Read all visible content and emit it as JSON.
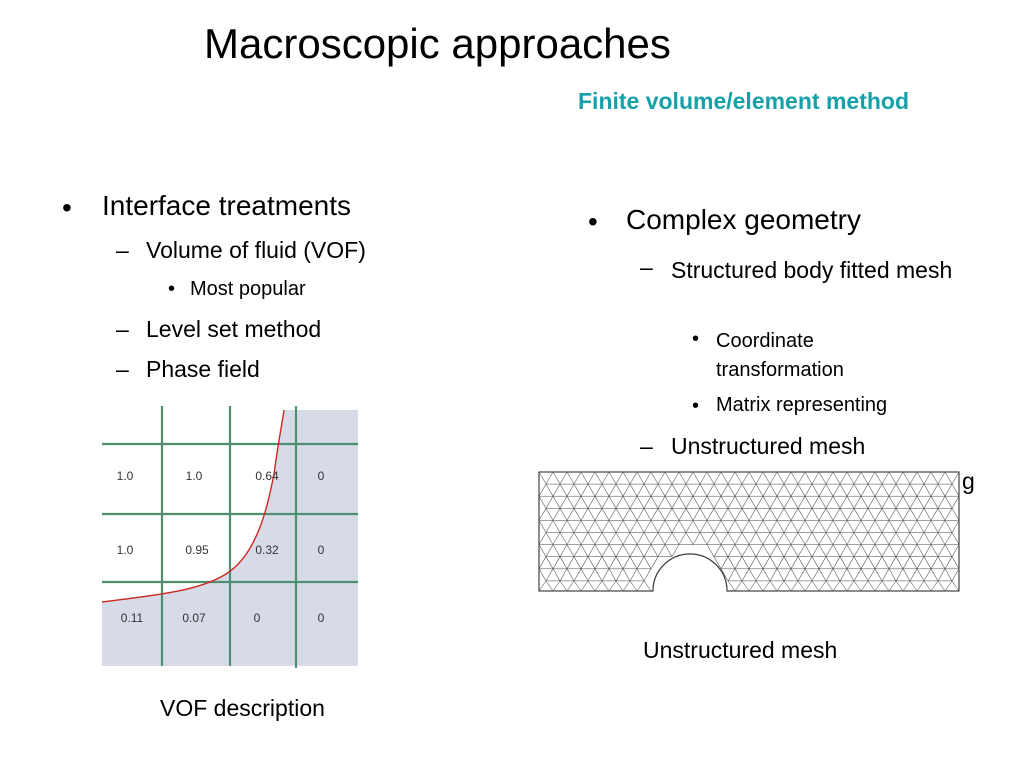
{
  "slide": {
    "title": "Macroscopic approaches",
    "subtitle": "Finite volume/element method"
  },
  "left_list": {
    "item1": "Interface treatments",
    "item1_sub1": "Volume of fluid (VOF)",
    "item1_sub1_sub1": "Most popular",
    "item1_sub2": "Level set method",
    "item1_sub3": "Phase field"
  },
  "right_list": {
    "item1": "Complex geometry",
    "item1_sub1": "Structured body fitted mesh",
    "item1_sub1_sub1": "Coordinate transformation",
    "item1_sub1_sub2": "Matrix representing",
    "item1_sub2": "Unstructured mesh",
    "cut_off_text": "g"
  },
  "vof_figure": {
    "caption": "VOF description",
    "rows": [
      [
        "1.0",
        "1.0",
        "0.64",
        "0"
      ],
      [
        "1.0",
        "0.95",
        "0.32",
        "0"
      ],
      [
        "0.11",
        "0.07",
        "0",
        "0"
      ]
    ],
    "colors": {
      "grid": "#4d8f6e",
      "fill": "#d7dbe8",
      "interface": "#cc2a22"
    }
  },
  "mesh_figure": {
    "caption": "Unstructured mesh"
  },
  "bullets": {
    "level1": "•",
    "level2": "–",
    "level3": "•"
  },
  "colors": {
    "subtitle": "#16a1a8",
    "text": "#000000"
  }
}
